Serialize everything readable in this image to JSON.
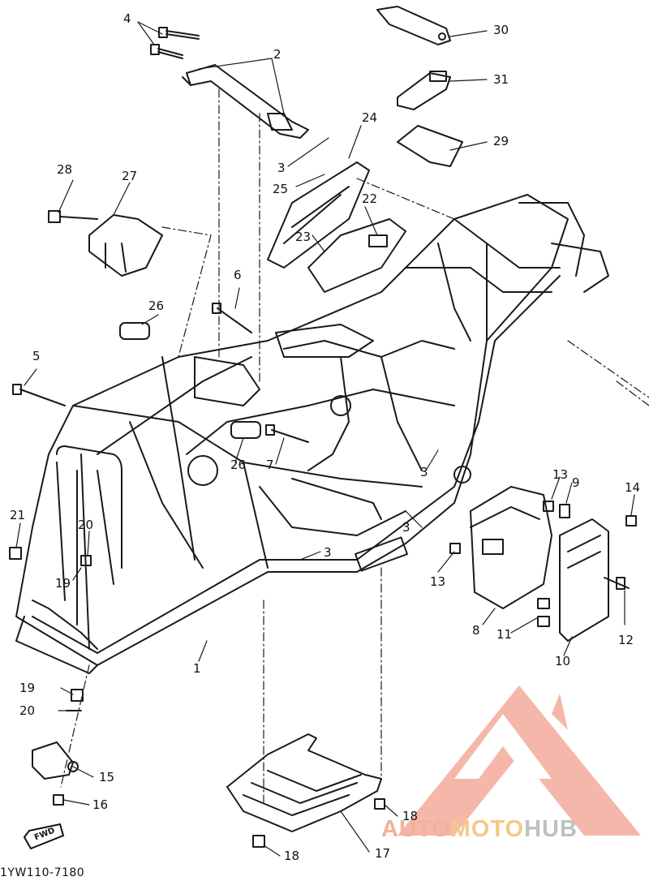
{
  "diagram": {
    "drawing_code": "1YW110-7180",
    "fwd_label": "FWD",
    "callouts": [
      {
        "id": "c4",
        "label": "4"
      },
      {
        "id": "c2",
        "label": "2"
      },
      {
        "id": "c30",
        "label": "30"
      },
      {
        "id": "c31",
        "label": "31"
      },
      {
        "id": "c3a",
        "label": "3"
      },
      {
        "id": "c24",
        "label": "24"
      },
      {
        "id": "c29",
        "label": "29"
      },
      {
        "id": "c25",
        "label": "25"
      },
      {
        "id": "c28",
        "label": "28"
      },
      {
        "id": "c27",
        "label": "27"
      },
      {
        "id": "c22",
        "label": "22"
      },
      {
        "id": "c23",
        "label": "23"
      },
      {
        "id": "c6",
        "label": "6"
      },
      {
        "id": "c26a",
        "label": "26"
      },
      {
        "id": "c5",
        "label": "5"
      },
      {
        "id": "c26b",
        "label": "26"
      },
      {
        "id": "c7",
        "label": "7"
      },
      {
        "id": "c3b",
        "label": "3"
      },
      {
        "id": "c13a",
        "label": "13"
      },
      {
        "id": "c9",
        "label": "9"
      },
      {
        "id": "c14",
        "label": "14"
      },
      {
        "id": "c3c",
        "label": "3"
      },
      {
        "id": "c21",
        "label": "21"
      },
      {
        "id": "c20a",
        "label": "20"
      },
      {
        "id": "c3d",
        "label": "3"
      },
      {
        "id": "c13b",
        "label": "13"
      },
      {
        "id": "c19a",
        "label": "19"
      },
      {
        "id": "c8",
        "label": "8"
      },
      {
        "id": "c11",
        "label": "11"
      },
      {
        "id": "c12",
        "label": "12"
      },
      {
        "id": "c1",
        "label": "1"
      },
      {
        "id": "c10",
        "label": "10"
      },
      {
        "id": "c19b",
        "label": "19"
      },
      {
        "id": "c20b",
        "label": "20"
      },
      {
        "id": "c15",
        "label": "15"
      },
      {
        "id": "c16",
        "label": "16"
      },
      {
        "id": "c18a",
        "label": "18"
      },
      {
        "id": "c18b",
        "label": "18"
      },
      {
        "id": "c17",
        "label": "17"
      }
    ]
  },
  "watermark": {
    "part1": "AUTO",
    "part2": "MOTO",
    "part3": "HUB",
    "colors": {
      "red": "#f2b29a",
      "orange": "#f4c987",
      "gray": "#bfc0c4"
    }
  }
}
